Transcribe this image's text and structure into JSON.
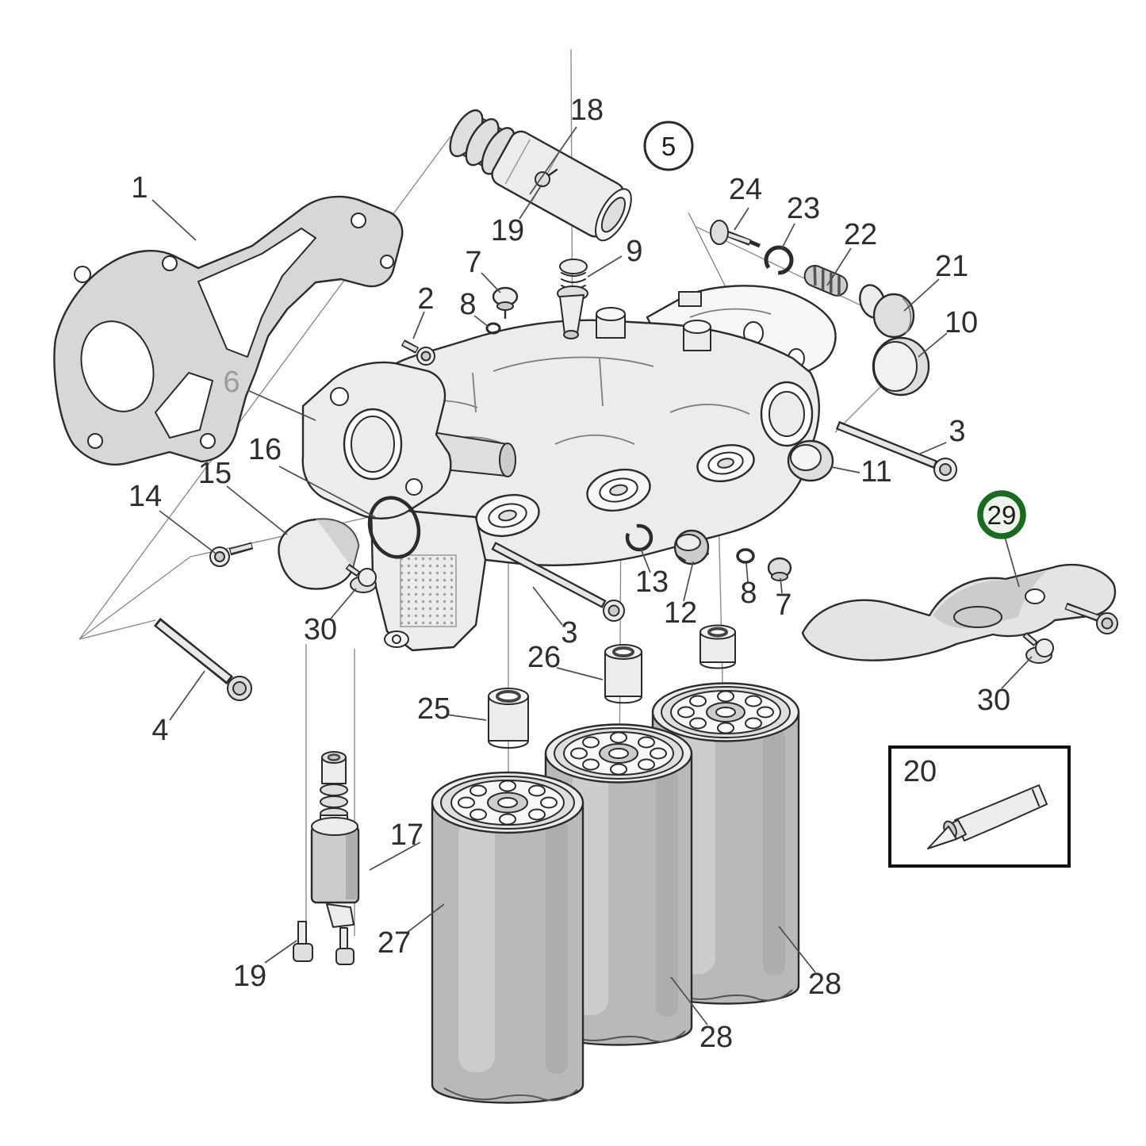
{
  "diagram": {
    "type": "exploded-parts-diagram",
    "subject": "oil filter housing assembly",
    "background_color": "#ffffff",
    "line_color": "#2b2b2b",
    "highlight_ring_color": "#1a6b1f",
    "highlight_fill_color": "#eef4eb"
  },
  "callouts": [
    {
      "label": "1",
      "part": "gasket",
      "style": "plain"
    },
    {
      "label": "2",
      "part": "flange-bolt",
      "style": "plain"
    },
    {
      "label": "3",
      "part": "long-bolt-right",
      "style": "plain"
    },
    {
      "label": "3",
      "part": "long-bolt-center",
      "style": "plain"
    },
    {
      "label": "4",
      "part": "long-bolt-left",
      "style": "plain"
    },
    {
      "label": "5",
      "part": "assembly-reference",
      "style": "circled"
    },
    {
      "label": "6",
      "part": "connection-flange",
      "style": "muted"
    },
    {
      "label": "7",
      "part": "plug-upper",
      "style": "plain"
    },
    {
      "label": "7",
      "part": "plug-right",
      "style": "plain"
    },
    {
      "label": "8",
      "part": "sealing-ring-upper",
      "style": "plain"
    },
    {
      "label": "8",
      "part": "sealing-ring-right",
      "style": "plain"
    },
    {
      "label": "9",
      "part": "valve",
      "style": "plain"
    },
    {
      "label": "10",
      "part": "cover-plate",
      "style": "plain"
    },
    {
      "label": "11",
      "part": "cup-plug",
      "style": "plain"
    },
    {
      "label": "12",
      "part": "hex-plug",
      "style": "plain"
    },
    {
      "label": "13",
      "part": "retaining-ring",
      "style": "plain"
    },
    {
      "label": "14",
      "part": "bolt",
      "style": "plain"
    },
    {
      "label": "15",
      "part": "cover-cap",
      "style": "plain"
    },
    {
      "label": "16",
      "part": "o-ring",
      "style": "plain"
    },
    {
      "label": "17",
      "part": "solenoid-valve-lower",
      "style": "plain"
    },
    {
      "label": "18",
      "part": "solenoid-valve-upper",
      "style": "plain"
    },
    {
      "label": "19",
      "part": "solenoid-pin",
      "style": "plain"
    },
    {
      "label": "19",
      "part": "screws-lower",
      "style": "plain"
    },
    {
      "label": "20",
      "part": "sealant-tube",
      "style": "boxed"
    },
    {
      "label": "21",
      "part": "plug",
      "style": "plain"
    },
    {
      "label": "22",
      "part": "spring",
      "style": "plain"
    },
    {
      "label": "23",
      "part": "sealing-ring",
      "style": "plain"
    },
    {
      "label": "24",
      "part": "bolt-with-washer",
      "style": "plain"
    },
    {
      "label": "25",
      "part": "spacer-front",
      "style": "plain"
    },
    {
      "label": "26",
      "part": "spacer-middle",
      "style": "plain"
    },
    {
      "label": "27",
      "part": "oil-filter-front",
      "style": "plain"
    },
    {
      "label": "28",
      "part": "oil-filter-middle",
      "style": "plain"
    },
    {
      "label": "28",
      "part": "oil-filter-right",
      "style": "plain"
    },
    {
      "label": "29",
      "part": "heat-shield",
      "style": "circled-green"
    },
    {
      "label": "30",
      "part": "flange-bolt-left",
      "style": "plain"
    },
    {
      "label": "30",
      "part": "flange-bolt-right",
      "style": "plain"
    }
  ]
}
